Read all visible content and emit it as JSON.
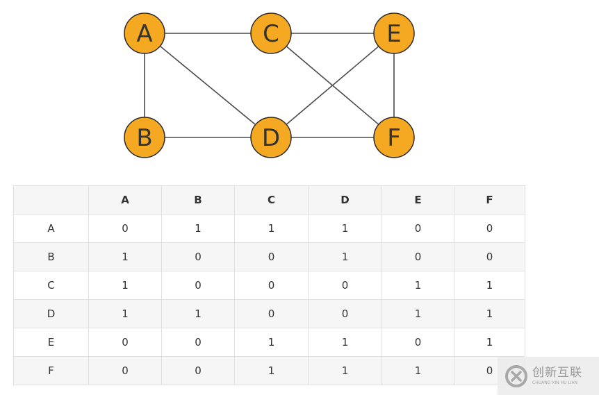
{
  "graph": {
    "node_color": "#f5a922",
    "edge_color": "#4a4a4a",
    "nodes": [
      "A",
      "B",
      "C",
      "D",
      "E",
      "F"
    ],
    "edges": [
      [
        "A",
        "C"
      ],
      [
        "C",
        "E"
      ],
      [
        "A",
        "B"
      ],
      [
        "A",
        "D"
      ],
      [
        "B",
        "D"
      ],
      [
        "D",
        "F"
      ],
      [
        "C",
        "F"
      ],
      [
        "D",
        "E"
      ],
      [
        "E",
        "F"
      ]
    ]
  },
  "matrix": {
    "corner": "",
    "columns": [
      "A",
      "B",
      "C",
      "D",
      "E",
      "F"
    ],
    "rows": [
      {
        "label": "A",
        "values": [
          "0",
          "1",
          "1",
          "1",
          "0",
          "0"
        ]
      },
      {
        "label": "B",
        "values": [
          "1",
          "0",
          "0",
          "1",
          "0",
          "0"
        ]
      },
      {
        "label": "C",
        "values": [
          "1",
          "0",
          "0",
          "0",
          "1",
          "1"
        ]
      },
      {
        "label": "D",
        "values": [
          "1",
          "1",
          "0",
          "0",
          "1",
          "1"
        ]
      },
      {
        "label": "E",
        "values": [
          "0",
          "0",
          "1",
          "1",
          "0",
          "1"
        ]
      },
      {
        "label": "F",
        "values": [
          "0",
          "0",
          "1",
          "1",
          "1",
          "0"
        ]
      }
    ]
  },
  "watermark": {
    "logo_icon": "chuangxin-logo-icon",
    "title": "创新互联",
    "subtitle": "CHUANG XIN HU LIAN"
  }
}
